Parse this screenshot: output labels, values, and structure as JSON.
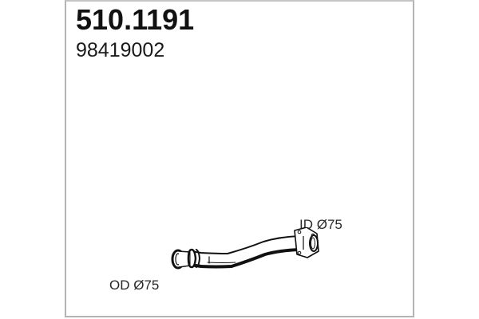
{
  "part": {
    "number": "510.1191",
    "reference": "98419002"
  },
  "diagram": {
    "subject": "exhaust-front-pipe",
    "labels": {
      "inlet": "ID Ø75",
      "outlet": "OD Ø75"
    }
  },
  "colors": {
    "frame": "#b4b4b4",
    "text": "#111111",
    "line": "#111111"
  }
}
